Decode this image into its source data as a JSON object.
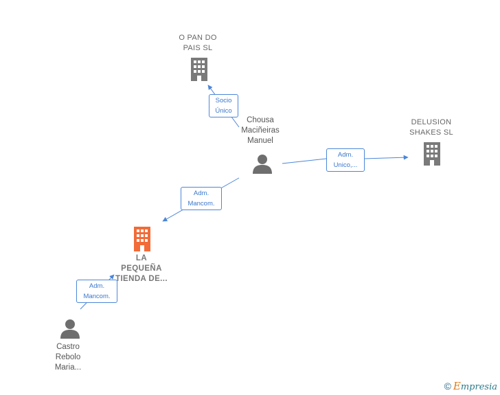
{
  "nodes": {
    "o_pan_do_pais": {
      "name_lines": [
        "O PAN DO",
        "PAIS  SL"
      ],
      "icon": "building-icon",
      "color": "#7a7a7a"
    },
    "delusion_shakes": {
      "name_lines": [
        "DELUSION",
        "SHAKES  SL"
      ],
      "icon": "building-icon",
      "color": "#7a7a7a"
    },
    "la_pequena": {
      "name_lines": [
        "LA",
        "PEQUEÑA",
        "TIENDA DE..."
      ],
      "icon": "building-icon",
      "color": "#f26b38"
    },
    "chousa": {
      "name_lines": [
        "Chousa",
        "Maciñeiras",
        "Manuel"
      ],
      "icon": "person-icon",
      "color": "#6e6e6e"
    },
    "castro": {
      "name_lines": [
        "Castro",
        "Rebolo",
        "Maria..."
      ],
      "icon": "person-icon",
      "color": "#6e6e6e"
    }
  },
  "edges": {
    "socio_unico": {
      "lines": [
        "Socio",
        "Único"
      ]
    },
    "adm_unico": {
      "lines": [
        "Adm.",
        "Unico,..."
      ]
    },
    "adm_mancom_chousa": {
      "lines": [
        "Adm.",
        "Mancom."
      ]
    },
    "adm_mancom_castro": {
      "lines": [
        "Adm.",
        "Mancom."
      ]
    }
  },
  "colors": {
    "edge": "#4a86d8"
  },
  "footer": {
    "copyright": "©",
    "brand_first": "E",
    "brand_rest": "mpresia"
  }
}
